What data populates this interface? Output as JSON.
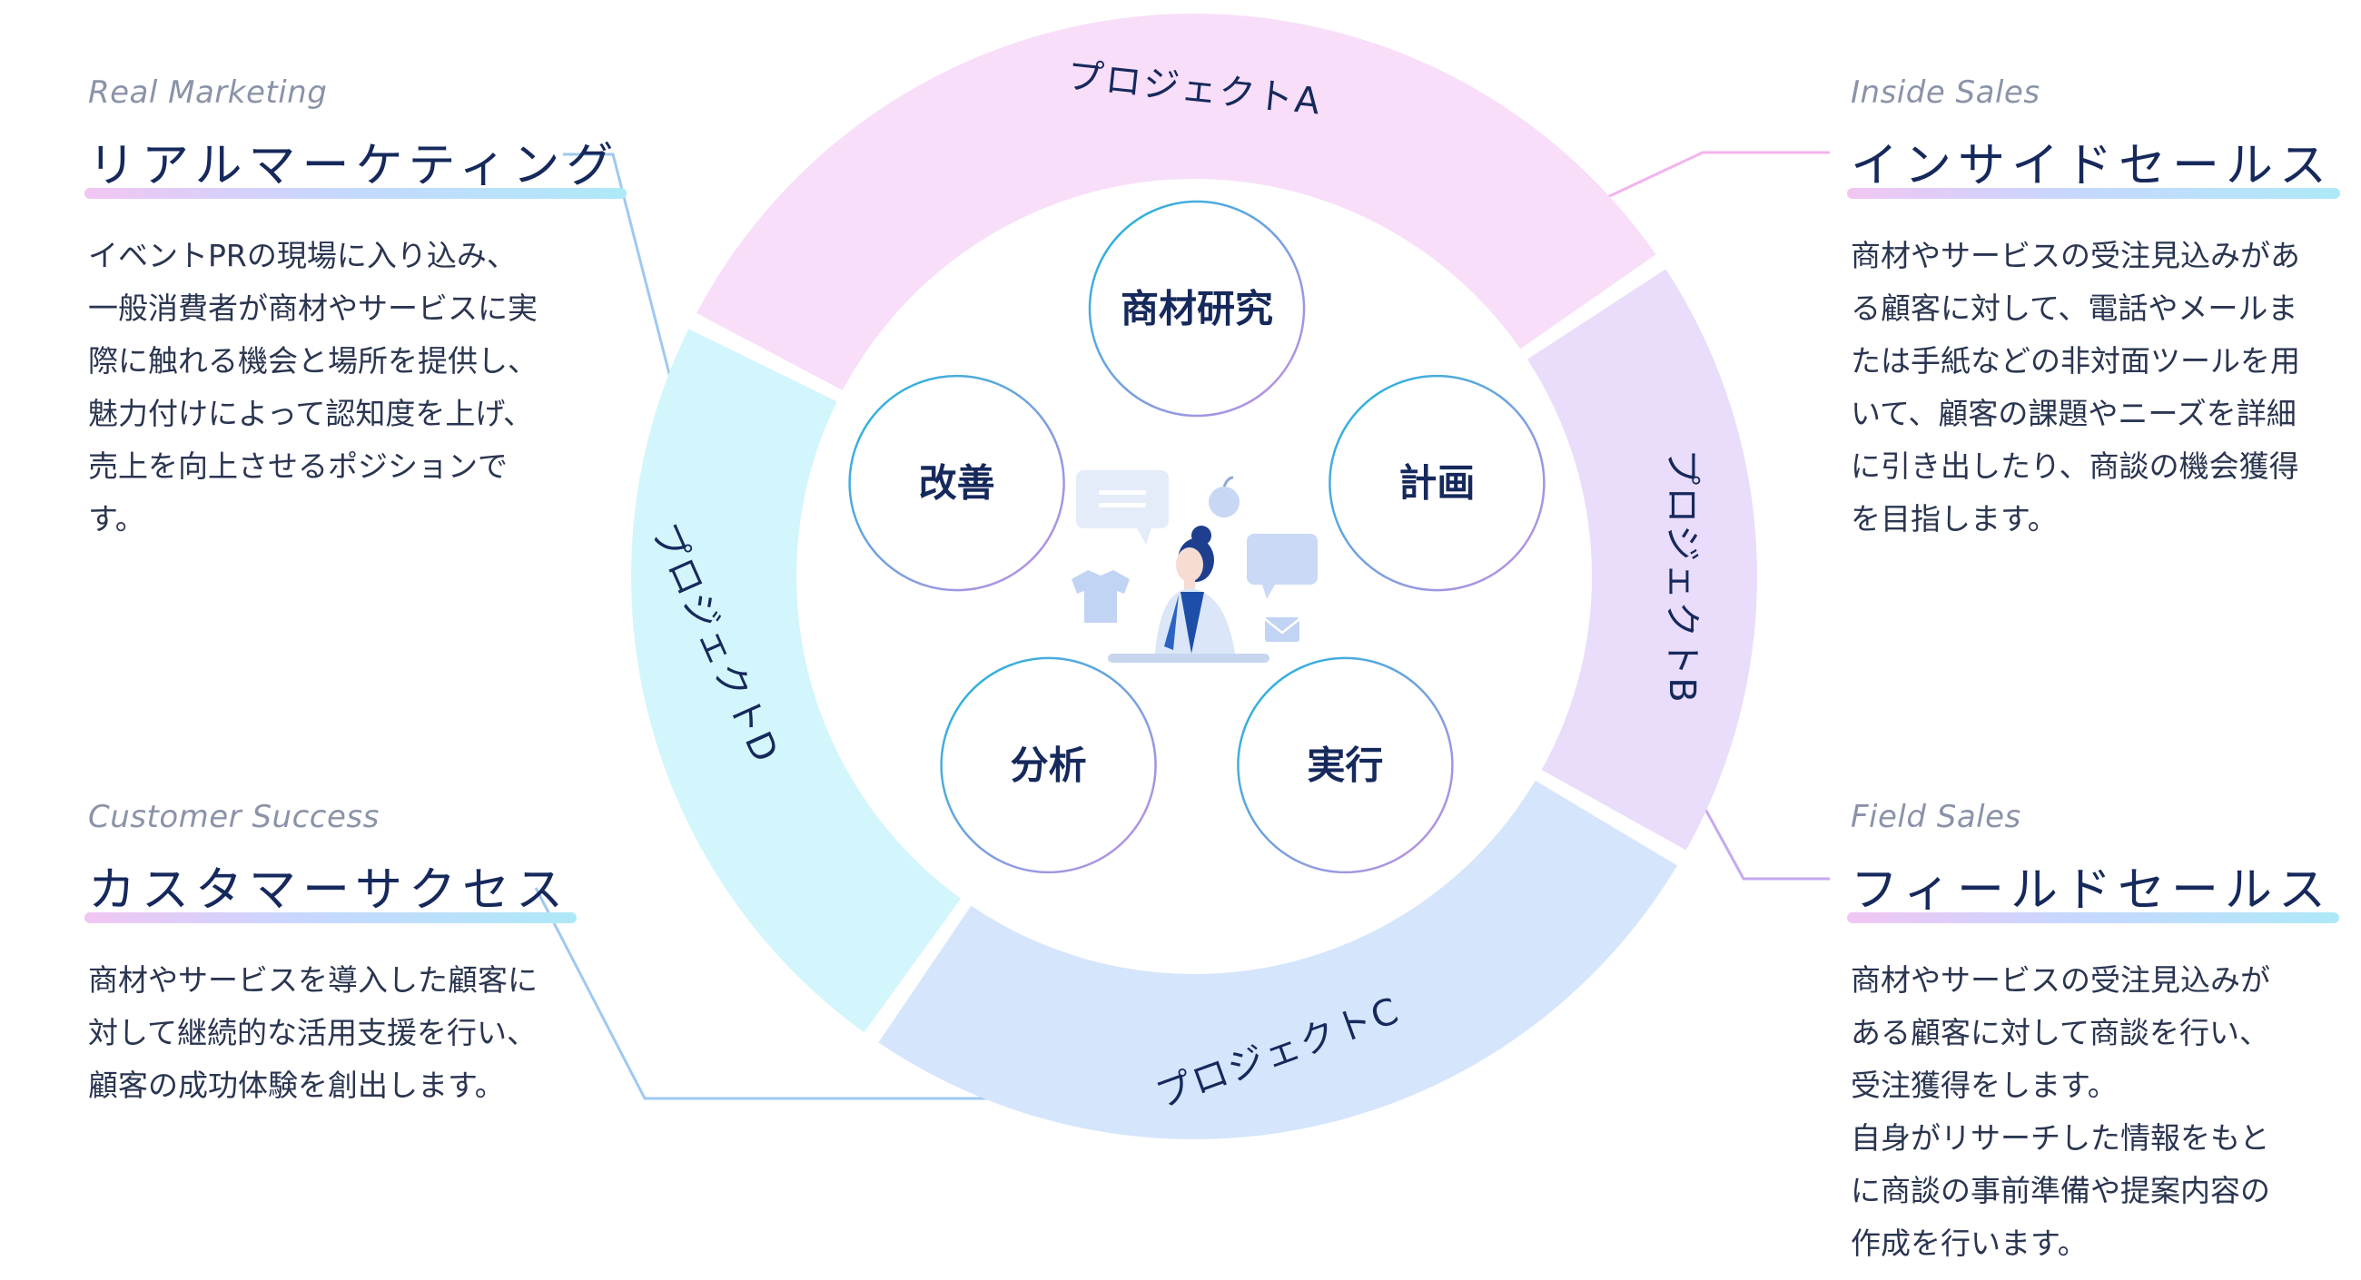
{
  "ring": {
    "segments": [
      {
        "label": "プロジェクトA",
        "color": "#f8def9"
      },
      {
        "label": "プロジェクトB",
        "color": "#eadcfb"
      },
      {
        "label": "プロジェクトC",
        "color": "#d5e5fc"
      },
      {
        "label": "プロジェクトD",
        "color": "#d3f5fc"
      }
    ]
  },
  "cycle": {
    "nodes": [
      "商材研究",
      "計画",
      "実行",
      "分析",
      "改善"
    ]
  },
  "sections": {
    "real_marketing": {
      "subtitle": "Real Marketing",
      "title": "リアルマーケティング",
      "lines": [
        "イベントPRの現場に入り込み、",
        "一般消費者が商材やサービスに実",
        "際に触れる機会と場所を提供し、",
        "魅力付けによって認知度を上げ、",
        "売上を向上させるポジションで",
        "す。"
      ]
    },
    "inside_sales": {
      "subtitle": "Inside Sales",
      "title": "インサイドセールス",
      "lines": [
        "商材やサービスの受注見込みがあ",
        "る顧客に対して、電話やメールま",
        "たは手紙などの非対面ツールを用",
        "いて、顧客の課題やニーズを詳細",
        "に引き出したり、商談の機会獲得",
        "を目指します。"
      ]
    },
    "customer_success": {
      "subtitle": "Customer Success",
      "title": "カスタマーサクセス",
      "lines": [
        "商材やサービスを導入した顧客に",
        "対して継続的な活用支援を行い、",
        "顧客の成功体験を創出します。"
      ]
    },
    "field_sales": {
      "subtitle": "Field Sales",
      "title": "フィールドセールス",
      "lines": [
        "商材やサービスの受注見込みが",
        "ある顧客に対して商談を行い、",
        "受注獲得をします。",
        "自身がリサーチした情報をもと",
        "に商談の事前準備や提案内容の",
        "作成を行います。"
      ]
    }
  },
  "colors": {
    "navy": "#16295c",
    "node_gradient_start": "#1bb6dc",
    "node_gradient_end": "#c98de4",
    "connector_pink": "#f2b4ee",
    "connector_blue": "#9fc9f2",
    "connector_purple": "#c5a9f0"
  },
  "icons": [
    "chat-bubble-icon",
    "apple-icon",
    "tshirt-icon",
    "mail-icon",
    "person-at-desk-illustration"
  ]
}
